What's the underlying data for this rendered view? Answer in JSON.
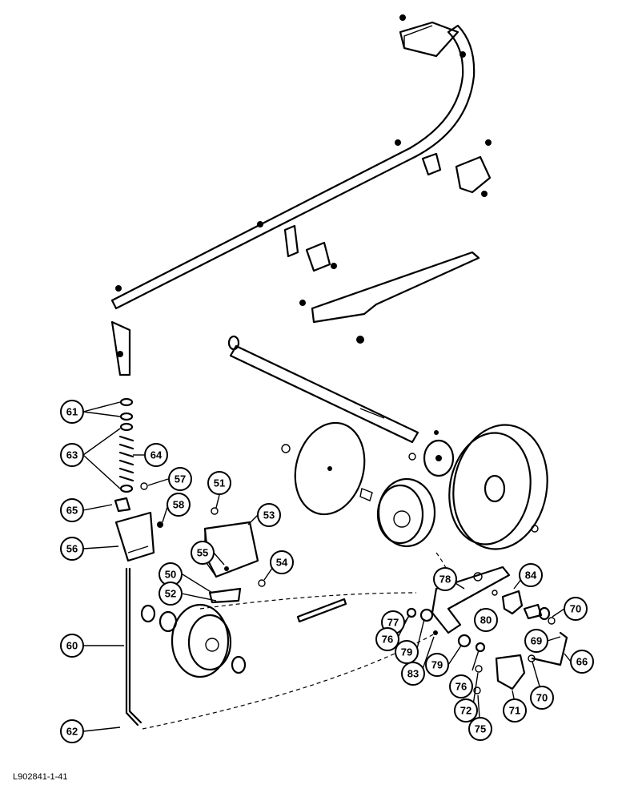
{
  "reference_code": "L902841-1-41",
  "callouts": [
    {
      "id": "c61",
      "label": "61"
    },
    {
      "id": "c63",
      "label": "63"
    },
    {
      "id": "c64",
      "label": "64"
    },
    {
      "id": "c57",
      "label": "57"
    },
    {
      "id": "c65",
      "label": "65"
    },
    {
      "id": "c58",
      "label": "58"
    },
    {
      "id": "c56",
      "label": "56"
    },
    {
      "id": "c51",
      "label": "51"
    },
    {
      "id": "c53",
      "label": "53"
    },
    {
      "id": "c55",
      "label": "55"
    },
    {
      "id": "c54",
      "label": "54"
    },
    {
      "id": "c50",
      "label": "50"
    },
    {
      "id": "c52",
      "label": "52"
    },
    {
      "id": "c60",
      "label": "60"
    },
    {
      "id": "c62",
      "label": "62"
    },
    {
      "id": "c78",
      "label": "78"
    },
    {
      "id": "c84",
      "label": "84"
    },
    {
      "id": "c70a",
      "label": "70"
    },
    {
      "id": "c77",
      "label": "77"
    },
    {
      "id": "c80",
      "label": "80"
    },
    {
      "id": "c76a",
      "label": "76"
    },
    {
      "id": "c79a",
      "label": "79"
    },
    {
      "id": "c69",
      "label": "69"
    },
    {
      "id": "c66",
      "label": "66"
    },
    {
      "id": "c83",
      "label": "83"
    },
    {
      "id": "c79b",
      "label": "79"
    },
    {
      "id": "c76b",
      "label": "76"
    },
    {
      "id": "c70b",
      "label": "70"
    },
    {
      "id": "c72",
      "label": "72"
    },
    {
      "id": "c71",
      "label": "71"
    },
    {
      "id": "c75",
      "label": "75"
    }
  ]
}
